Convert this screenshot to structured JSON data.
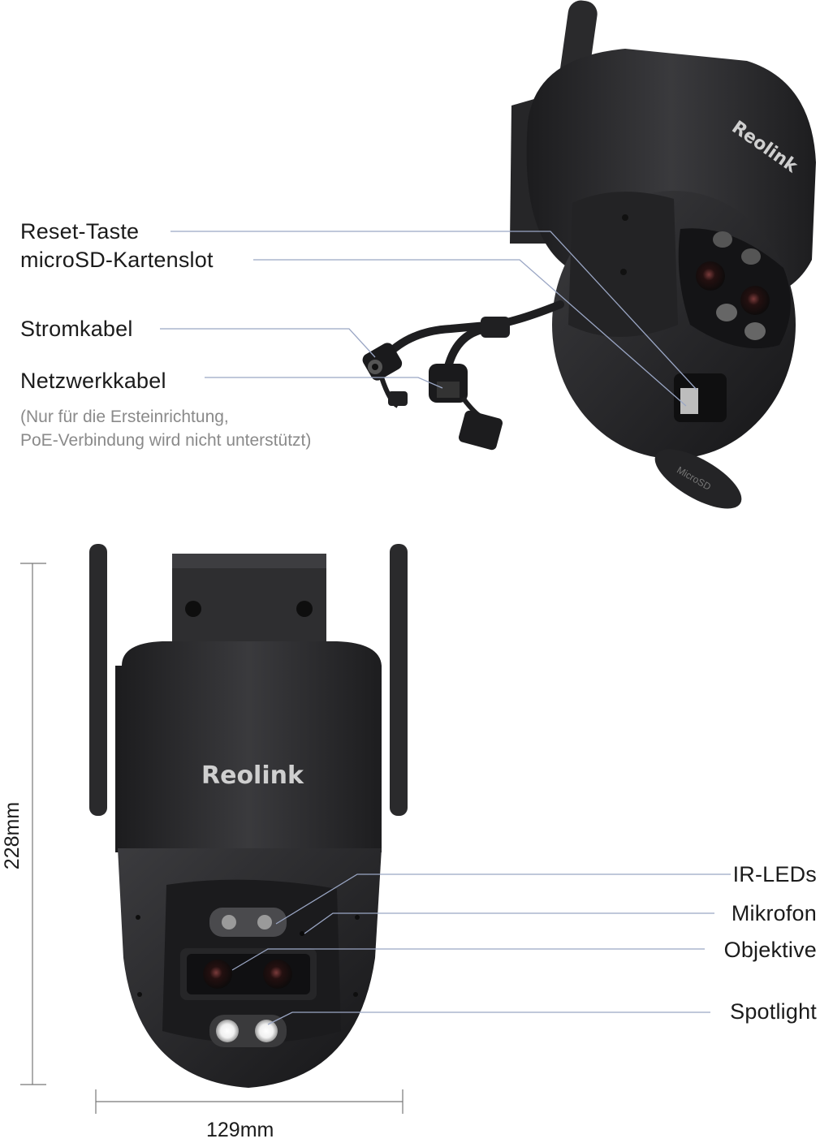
{
  "brand": "Reolink",
  "top_callouts": {
    "reset": "Reset-Taste",
    "microsd": "microSD-Kartenslot",
    "power": "Stromkabel",
    "network": "Netzwerkkabel",
    "note_line1": "(Nur für die Ersteinrichtung,",
    "note_line2": "PoE-Verbindung wird nicht unterstützt)"
  },
  "bottom_callouts": {
    "ir_leds": "IR-LEDs",
    "mic": "Mikrofon",
    "lenses": "Objektive",
    "spotlight": "Spotlight"
  },
  "dimensions": {
    "height": "228mm",
    "width": "129mm"
  },
  "microsd_cap_text": "MicroSD",
  "colors": {
    "body": "#2b2b2d",
    "callout_line": "#9aa6c4",
    "text": "#1b1b1b",
    "note": "#8a8a8a"
  }
}
